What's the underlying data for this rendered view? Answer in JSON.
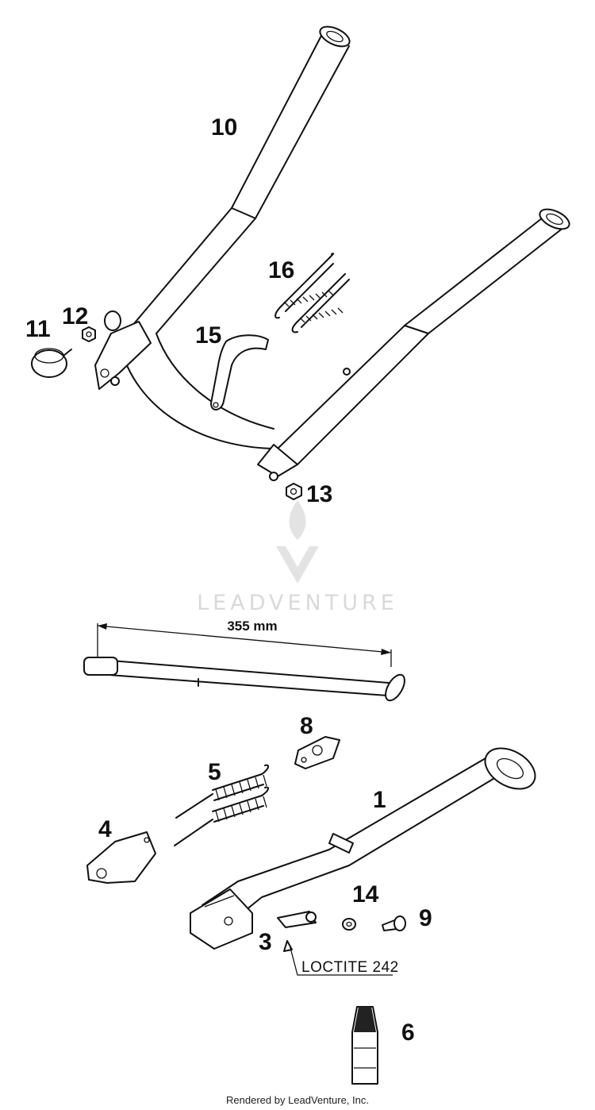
{
  "callouts": {
    "c1": "1",
    "c3": "3",
    "c4": "4",
    "c5": "5",
    "c6": "6",
    "c8": "8",
    "c9": "9",
    "c10": "10",
    "c11": "11",
    "c12": "12",
    "c13": "13",
    "c14": "14",
    "c15": "15",
    "c16": "16"
  },
  "dimension_label": "355 mm",
  "note_label": "LOCTITE 242",
  "watermark_text": "LEADVENTURE",
  "credit_text": "Rendered by LeadVenture, Inc.",
  "colors": {
    "ink": "#111111",
    "watermark": "#d9d9d9",
    "background": "#ffffff"
  }
}
